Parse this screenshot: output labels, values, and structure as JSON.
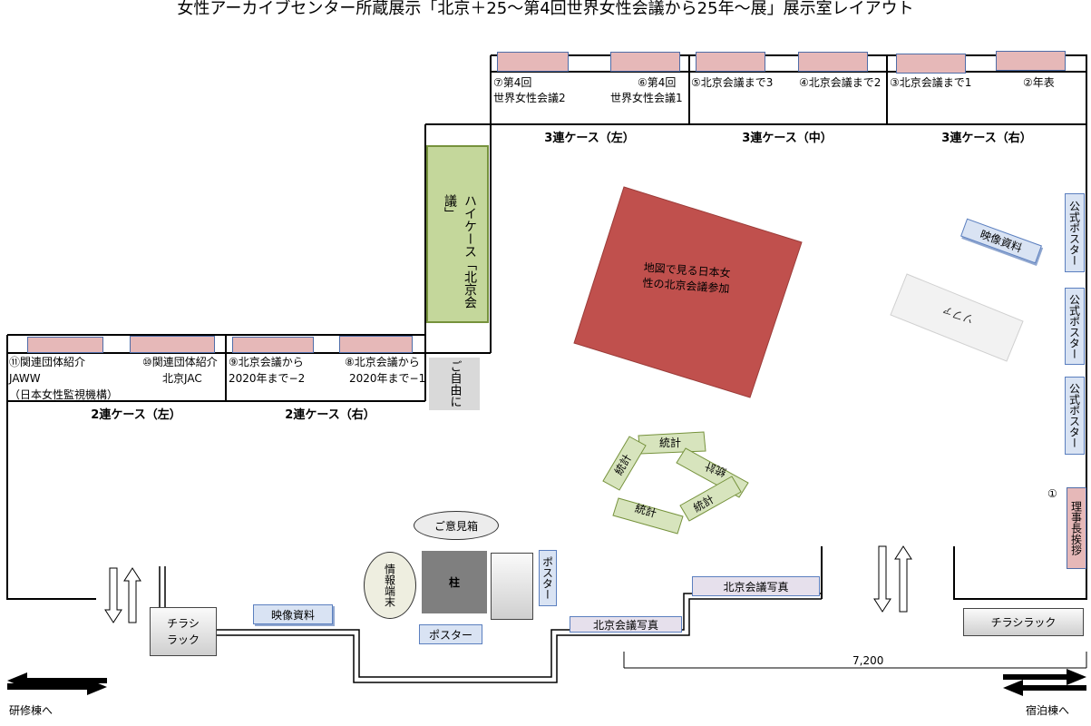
{
  "title": "女性アーカイブセンター所蔵展示「北京＋25～第4回世界女性会議から25年～展」展示室レイアウト",
  "upper_cases": {
    "label_7": "⑦第4回",
    "label_7b": "世界女性会議2",
    "label_6": "⑥第4回",
    "label_6b": "世界女性会議1",
    "label_5": "⑤北京会議まで3",
    "label_4": "④北京会議まで2",
    "label_3": "③北京会議まで1",
    "label_2": "②年表",
    "head_left": "3連ケース（左）",
    "head_mid": "3連ケース（中）",
    "head_right": "3連ケース（右）"
  },
  "left_cases": {
    "label_11": "⑪関連団体紹介",
    "label_11b": "JAWW",
    "label_11c": "（日本女性監視機構）",
    "label_10": "⑩関連団体紹介",
    "label_10b": "北京JAC",
    "label_9": "⑨北京会議から",
    "label_9b": "2020年まで−2",
    "label_8": "⑧北京会議から",
    "label_8b": "2020年まで−1",
    "head_left": "2連ケース（左）",
    "head_right": "2連ケース（右）"
  },
  "high_case": "ハイケース「北京会議」",
  "free_area": "ご自由に",
  "map_table": "地図で見る日本女性の北京会議参加",
  "video_material_right": "映像資料",
  "sofa": "ソファ",
  "official_posters": [
    "公式ポスター",
    "公式ポスター",
    "公式ポスター"
  ],
  "chairman_marker": "①",
  "chairman_greeting": "理事長挨拶",
  "stats": [
    "統計",
    "統計",
    "統計",
    "統計",
    "統計"
  ],
  "opinion_box": "ご意見箱",
  "info_terminal": "情報端末",
  "pillar": "柱",
  "poster_vertical": "ポスター",
  "poster_bottom": "ポスター",
  "video_material_left": "映像資料",
  "beijing_photos_1": "北京会議写真",
  "beijing_photos_2": "北京会議写真",
  "flyer_rack_left": "チラシラック",
  "flyer_rack_right": "チラシラック",
  "dimension": "7,200",
  "to_training": "研修棟へ",
  "to_lodging": "宿泊棟へ",
  "colors": {
    "case_pink": "#e6b8b8",
    "high_case_green": "#c4d79b",
    "map_red": "#c0504d",
    "poster_blue": "#d9e3f3"
  }
}
